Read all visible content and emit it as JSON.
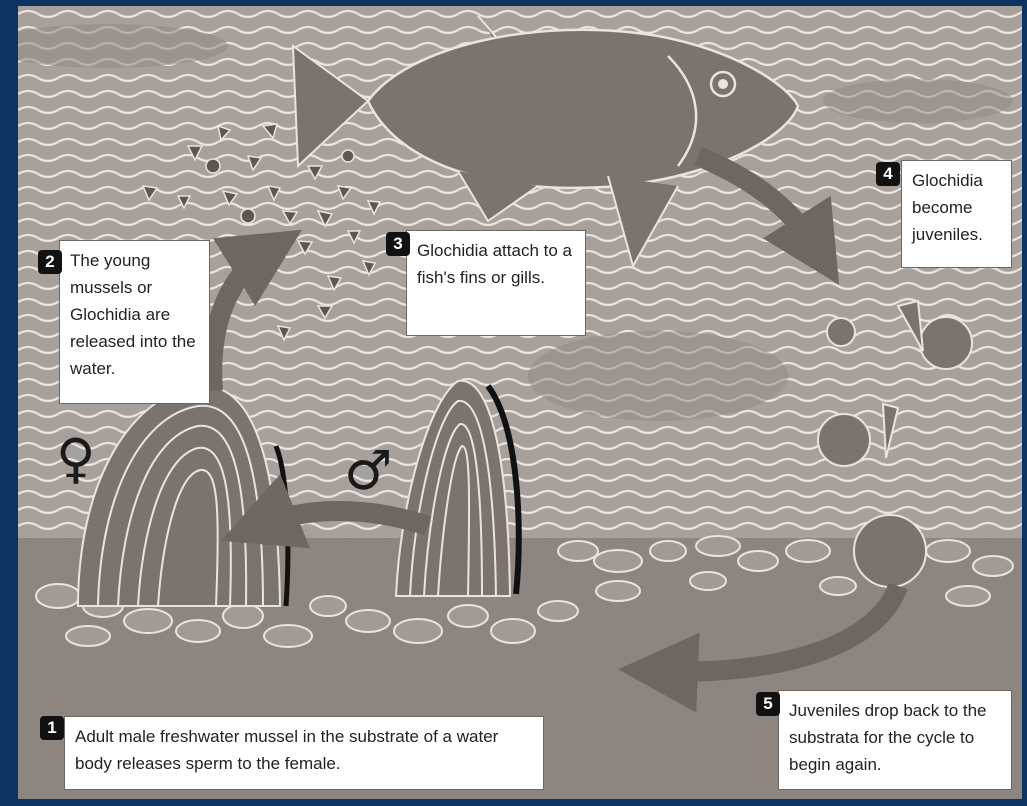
{
  "steps": [
    {
      "number": "1",
      "text": "Adult male freshwater mussel in the substrate of a water body releases sperm to the female."
    },
    {
      "number": "2",
      "text": "The young mussels or Glochidia are released into the water."
    },
    {
      "number": "3",
      "text": "Glochidia attach to a fish's fins or gills."
    },
    {
      "number": "4",
      "text": "Glochidia become juveniles."
    },
    {
      "number": "5",
      "text": "Juveniles drop back to the substrata for the cycle to begin again."
    }
  ],
  "symbols": {
    "female": "♀",
    "male": "♂"
  },
  "colors": {
    "border": "#0b3560",
    "water": "#a8a19b",
    "wave": "#e8e3de",
    "substrate": "#8d857f",
    "ink": "#1a1a1a",
    "mussel": "#7b746e"
  }
}
